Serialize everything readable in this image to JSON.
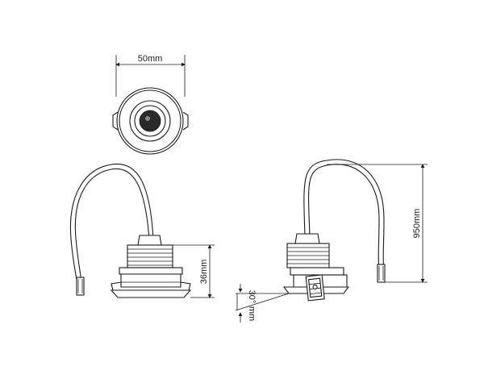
{
  "dimensions": {
    "diameter": "50mm",
    "height": "36mm",
    "cable_length": "950mm",
    "tilt": "30°",
    "tilt_unit": "mm"
  }
}
